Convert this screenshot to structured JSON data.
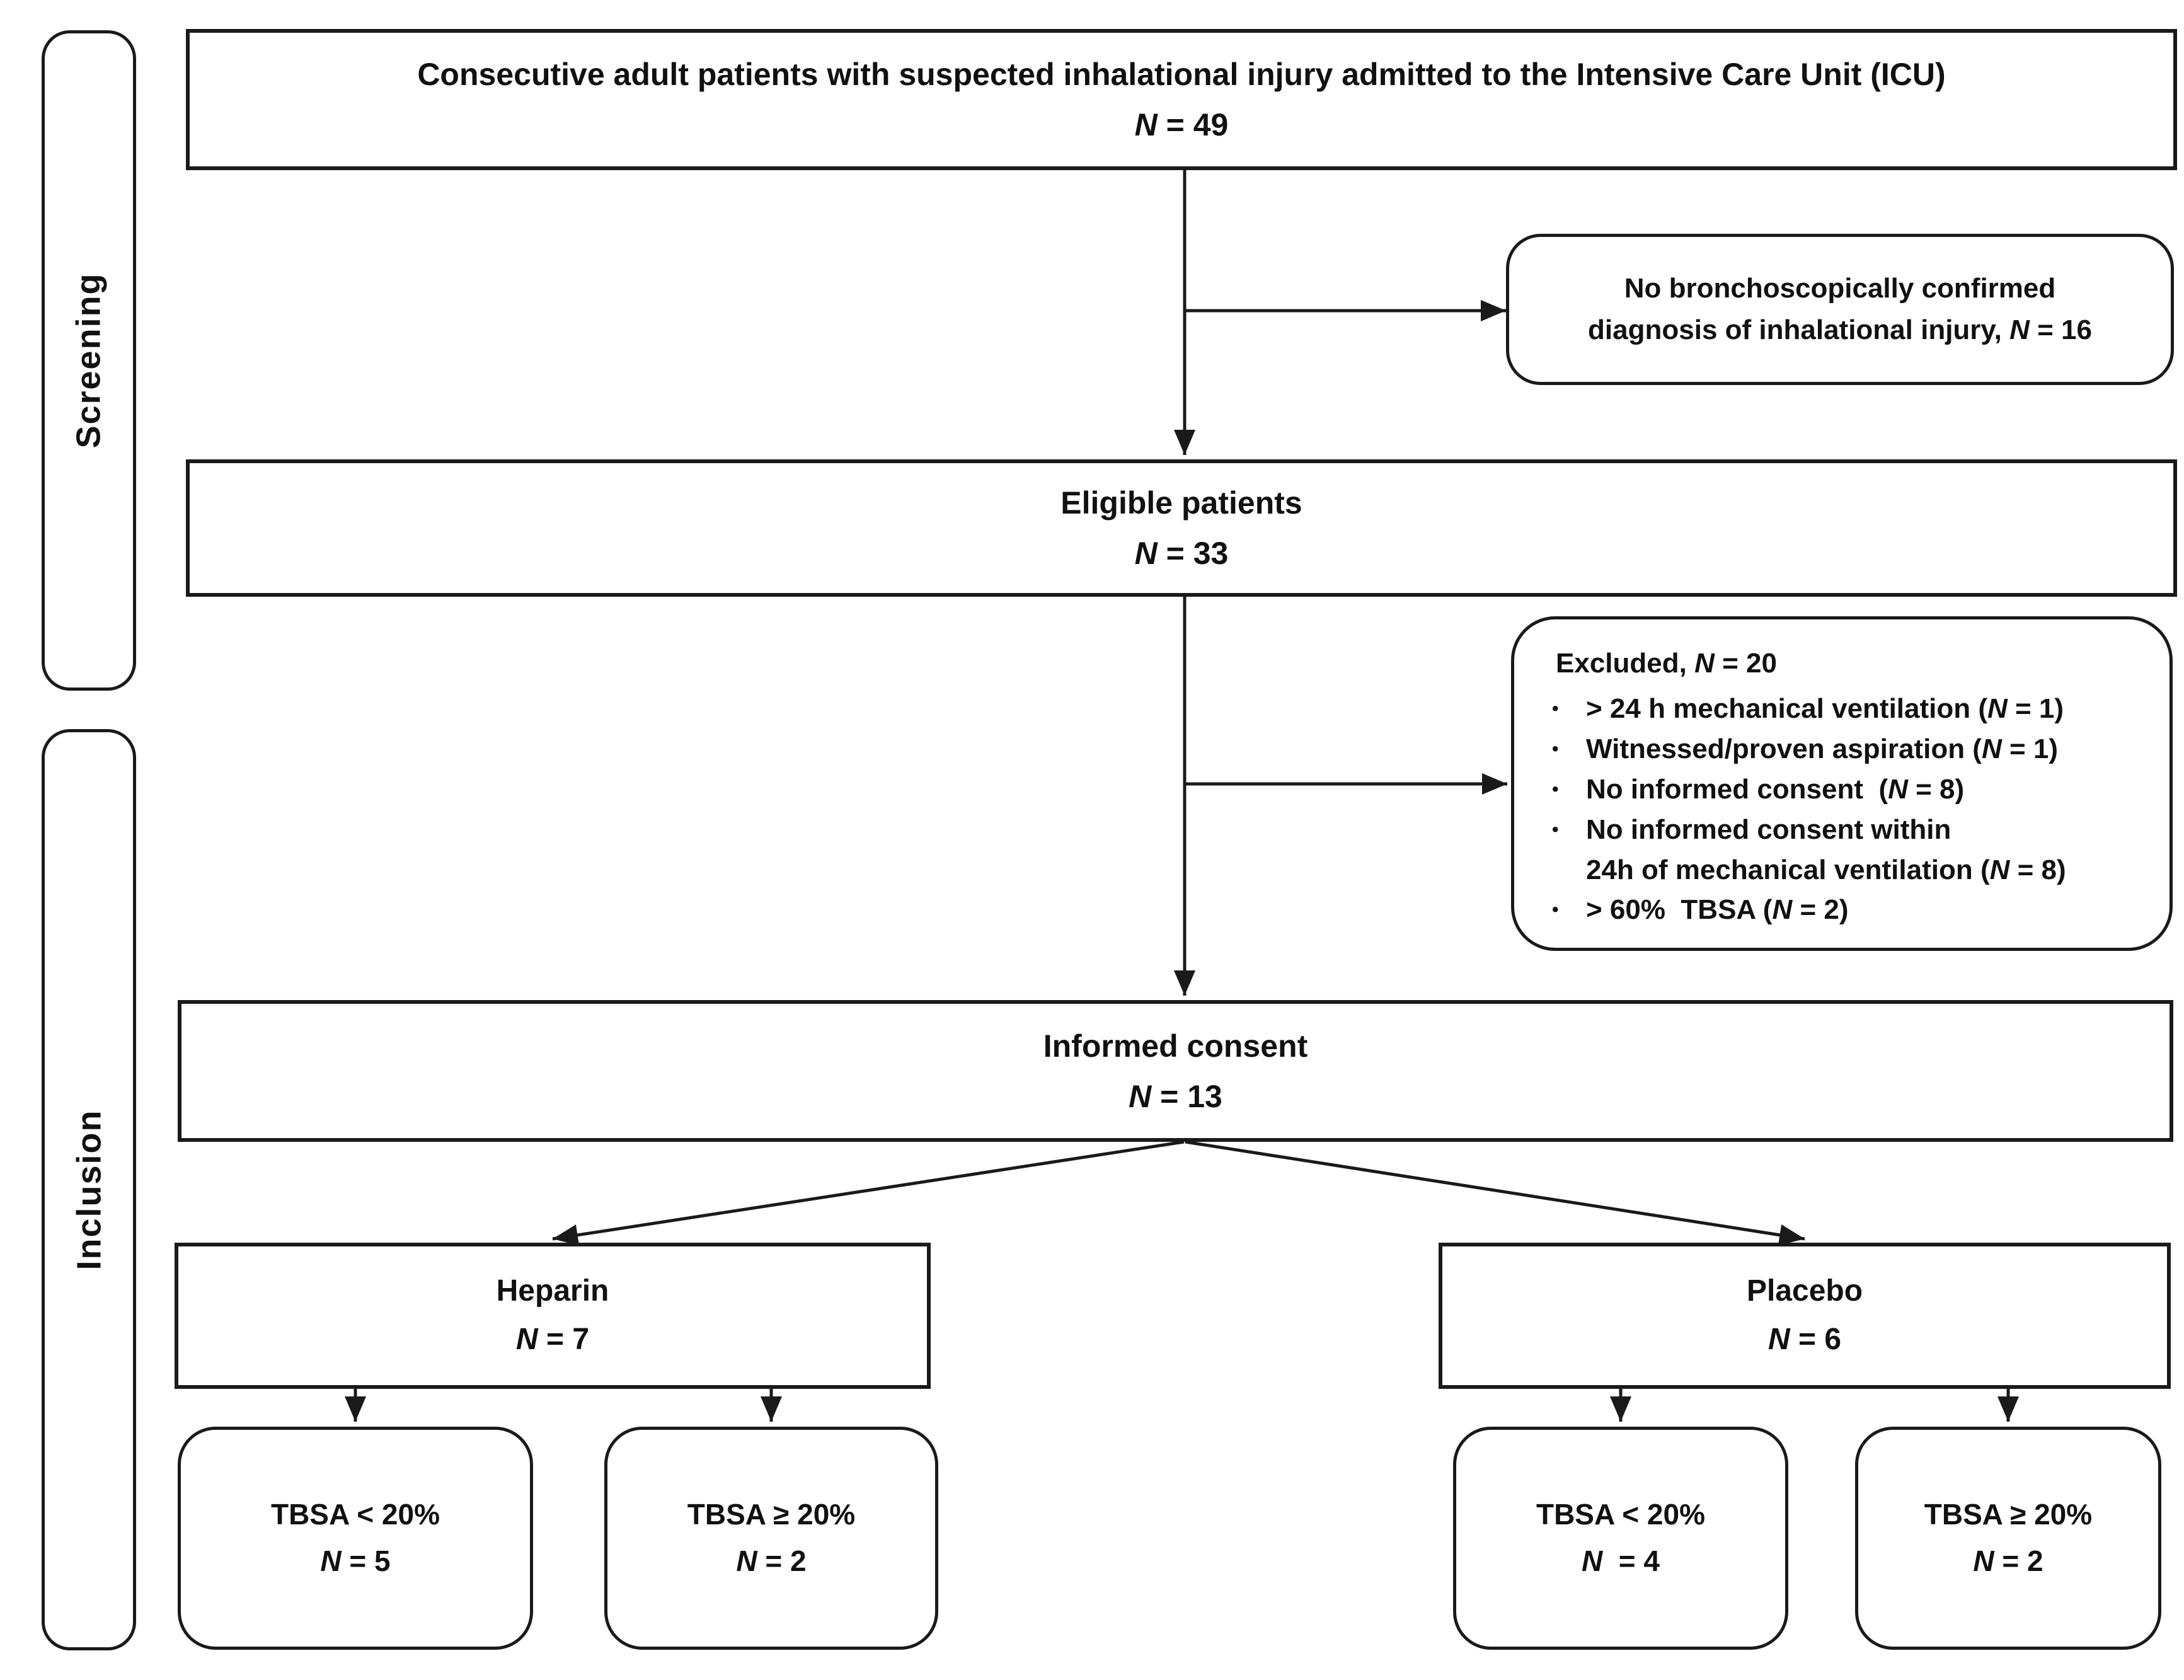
{
  "diagram": {
    "bullet_char": "•",
    "colors": {
      "border": "#1a1a1a",
      "text": "#111111",
      "background": "#ffffff"
    },
    "stages": [
      {
        "label": "Screening"
      },
      {
        "label": "Inclusion"
      }
    ],
    "boxes": {
      "screened": {
        "title": "Consecutive adult patients with suspected inhalational injury admitted to the Intensive Care Unit (ICU)",
        "n": "N",
        "eq": " = 49"
      },
      "not_confirmed": {
        "line1": "No bronchoscopically confirmed",
        "line2_pre": "diagnosis of inhalational injury, ",
        "n": "N",
        "post": " = 16"
      },
      "eligible": {
        "title": "Eligible patients",
        "n": "N",
        "eq": " = 33"
      },
      "excluded": {
        "heading_pre": "Excluded, ",
        "n": "N",
        "heading_post": " = 20",
        "items": [
          {
            "pre": "> 24 h mechanical ventilation (",
            "n": "N",
            "post": " = 1)"
          },
          {
            "pre": "Witnessed/proven aspiration (",
            "n": "N",
            "post": " = 1)"
          },
          {
            "pre": "No informed consent  (",
            "n": "N",
            "post": " = 8)"
          },
          {
            "pre": "No informed consent within\n24h of mechanical ventilation (",
            "n": "N",
            "post": " = 8)"
          },
          {
            "pre": "> 60%  TBSA (",
            "n": "N",
            "post": " = 2)"
          }
        ]
      },
      "informed": {
        "title": "Informed consent",
        "n": "N",
        "eq": " = 13"
      },
      "heparin": {
        "title": "Heparin",
        "n": "N",
        "eq": " = 7"
      },
      "placebo": {
        "title": "Placebo",
        "n": "N",
        "eq": " = 6"
      },
      "heparin_tbsa_low": {
        "title": "TBSA < 20%",
        "n": "N",
        "eq": " = 5"
      },
      "heparin_tbsa_high": {
        "title": "TBSA ≥ 20%",
        "n": "N",
        "eq": " = 2"
      },
      "placebo_tbsa_low": {
        "title": "TBSA < 20%",
        "n": "N",
        "eq": "  = 4"
      },
      "placebo_tbsa_high": {
        "title": "TBSA ≥ 20%",
        "n": "N",
        "eq": " = 2"
      }
    }
  }
}
